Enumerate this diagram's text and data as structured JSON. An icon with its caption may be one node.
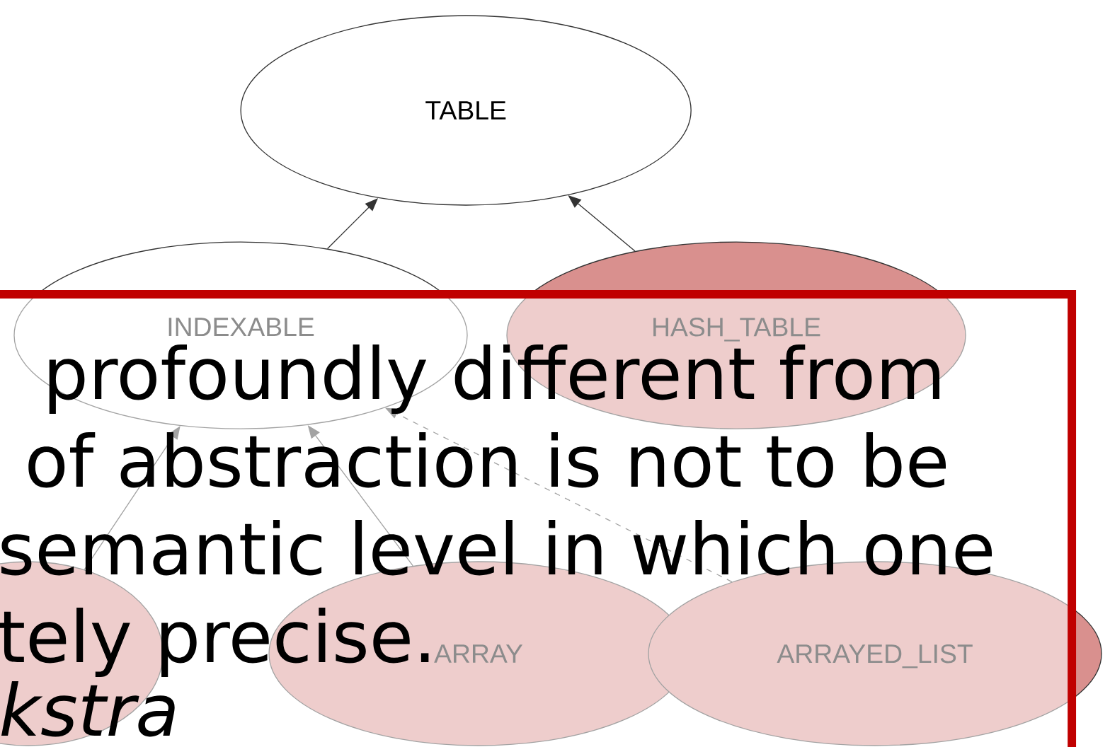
{
  "diagram": {
    "nodes": [
      {
        "text": [
          "TABLE"
        ]
      },
      {
        "text": [
          "INDEXABLE"
        ]
      },
      {
        "text": [
          "HASH_TABLE"
        ]
      },
      {
        "text": [],
        "shape": "ellipse"
      },
      {
        "text": [
          "ARRAY"
        ]
      },
      {
        "text": [
          "ARRAYED_LIST"
        ]
      }
    ],
    "edges": [
      {
        "from": 1,
        "to": 0,
        "arrow": "to"
      },
      {
        "from": 2,
        "to": 0,
        "arrow": "to"
      },
      {
        "from": 3,
        "to": 1,
        "arrow": "to"
      },
      {
        "from": 4,
        "to": 1,
        "arrow": "to"
      },
      {
        "from": 5,
        "to": 1,
        "arrow": "to",
        "style": "dashed"
      }
    ],
    "labels": [
      "profoundly different from",
      "of abstraction is not to be",
      "semantic level in which one",
      "tely precise.",
      "kstra"
    ]
  }
}
